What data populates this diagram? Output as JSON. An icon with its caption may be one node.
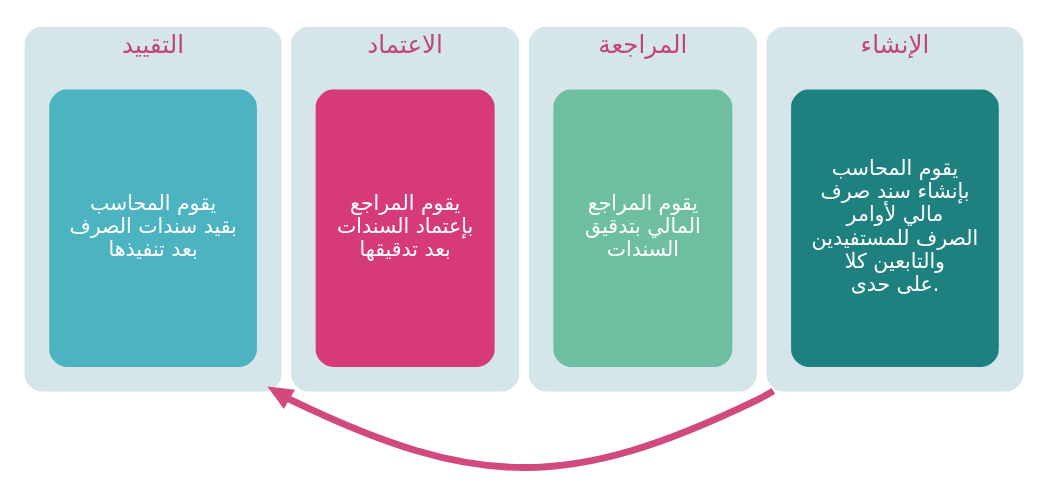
{
  "diagram": {
    "nodes": [
      {
        "text": [
          "الإنشاء"
        ]
      },
      {
        "text": [
          "يقوم المحاسب بإنشاء سند صرف مالي لأوامر الصرف للمستفيدين والتابعين كلا على حدى."
        ],
        "in": 0
      },
      {
        "text": [
          "المراجعة"
        ]
      },
      {
        "text": [
          "يقوم المراجع المالي بتدقيق السندات"
        ],
        "in": 2
      },
      {
        "text": [
          "الاعتماد"
        ]
      },
      {
        "text": [
          "يقوم المراجع بإعتماد السندات بعد تدقيقها"
        ],
        "in": 4
      },
      {
        "text": [
          "التقييد"
        ]
      },
      {
        "text": [
          "يقوم المحاسب بقيد سندات الصرف بعد تنفيذها"
        ],
        "in": 6
      }
    ],
    "edges": [
      {
        "from": 0,
        "to": 6,
        "arrow": "to",
        "color": "#d0497f"
      }
    ]
  }
}
